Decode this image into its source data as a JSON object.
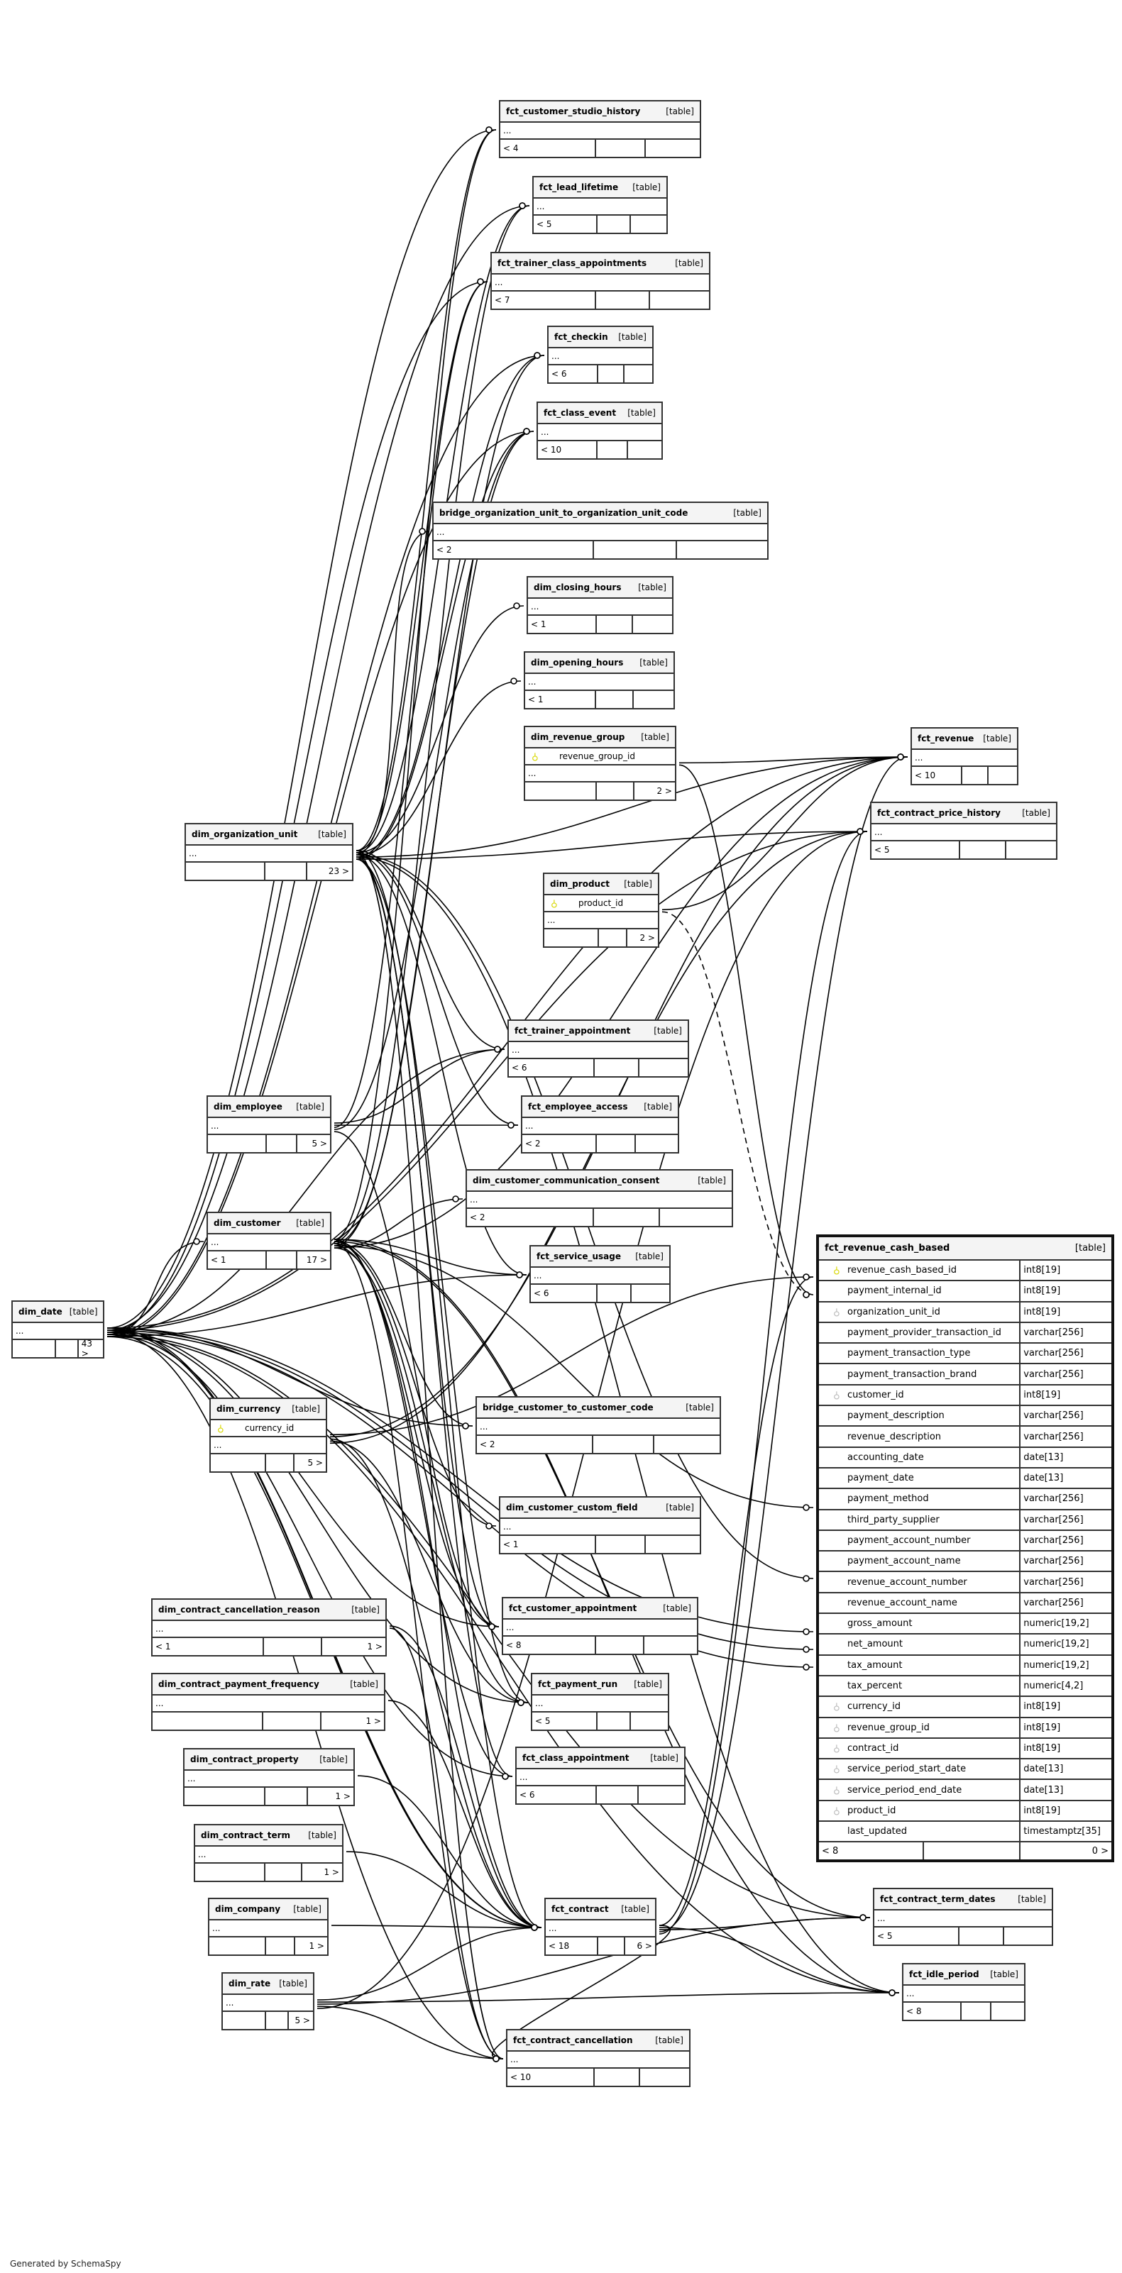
{
  "footer_credit": "Generated by SchemaSpy",
  "type_label": "[table]",
  "ellipsis": "...",
  "tables": [
    {
      "id": "fct_customer_studio_history",
      "name": "fct_customer_studio_history",
      "left": "< 4",
      "right": ""
    },
    {
      "id": "fct_lead_lifetime",
      "name": "fct_lead_lifetime",
      "left": "< 5",
      "right": ""
    },
    {
      "id": "fct_trainer_class_appointments",
      "name": "fct_trainer_class_appointments",
      "left": "< 7",
      "right": ""
    },
    {
      "id": "fct_checkin",
      "name": "fct_checkin",
      "left": "< 6",
      "right": ""
    },
    {
      "id": "fct_class_event",
      "name": "fct_class_event",
      "left": "< 10",
      "right": ""
    },
    {
      "id": "bridge_org",
      "name": "bridge_organization_unit_to_organization_unit_code",
      "left": "< 2",
      "right": ""
    },
    {
      "id": "dim_closing_hours",
      "name": "dim_closing_hours",
      "left": "< 1",
      "right": ""
    },
    {
      "id": "dim_opening_hours",
      "name": "dim_opening_hours",
      "left": "< 1",
      "right": ""
    },
    {
      "id": "dim_revenue_group",
      "name": "dim_revenue_group",
      "pk": "revenue_group_id",
      "left": "",
      "right": "2 >"
    },
    {
      "id": "dim_organization_unit",
      "name": "dim_organization_unit",
      "left": "",
      "right": "23 >"
    },
    {
      "id": "dim_product",
      "name": "dim_product",
      "pk": "product_id",
      "left": "",
      "right": "2 >"
    },
    {
      "id": "fct_revenue",
      "name": "fct_revenue",
      "left": "< 10",
      "right": ""
    },
    {
      "id": "fct_contract_price_history",
      "name": "fct_contract_price_history",
      "left": "< 5",
      "right": ""
    },
    {
      "id": "fct_trainer_appointment",
      "name": "fct_trainer_appointment",
      "left": "< 6",
      "right": ""
    },
    {
      "id": "dim_employee",
      "name": "dim_employee",
      "left": "",
      "right": "5 >"
    },
    {
      "id": "fct_employee_access",
      "name": "fct_employee_access",
      "left": "< 2",
      "right": ""
    },
    {
      "id": "dim_ccc",
      "name": "dim_customer_communication_consent",
      "left": "< 2",
      "right": ""
    },
    {
      "id": "dim_customer",
      "name": "dim_customer",
      "left": "< 1",
      "right": "17 >"
    },
    {
      "id": "fct_service_usage",
      "name": "fct_service_usage",
      "left": "< 6",
      "right": ""
    },
    {
      "id": "dim_date",
      "name": "dim_date",
      "left": "",
      "right": "43 >"
    },
    {
      "id": "dim_currency",
      "name": "dim_currency",
      "pk": "currency_id",
      "left": "",
      "right": "5 >"
    },
    {
      "id": "bridge_customer",
      "name": "bridge_customer_to_customer_code",
      "left": "< 2",
      "right": ""
    },
    {
      "id": "dim_customer_custom_field",
      "name": "dim_customer_custom_field",
      "left": "< 1",
      "right": ""
    },
    {
      "id": "dim_ccr",
      "name": "dim_contract_cancellation_reason",
      "left": "< 1",
      "right": "1 >"
    },
    {
      "id": "fct_customer_appointment",
      "name": "fct_customer_appointment",
      "left": "< 8",
      "right": ""
    },
    {
      "id": "dim_cpf",
      "name": "dim_contract_payment_frequency",
      "left": "",
      "right": "1 >"
    },
    {
      "id": "fct_payment_run",
      "name": "fct_payment_run",
      "left": "< 5",
      "right": ""
    },
    {
      "id": "dim_contract_property",
      "name": "dim_contract_property",
      "left": "",
      "right": "1 >"
    },
    {
      "id": "fct_class_appointment",
      "name": "fct_class_appointment",
      "left": "< 6",
      "right": ""
    },
    {
      "id": "dim_contract_term",
      "name": "dim_contract_term",
      "left": "",
      "right": "1 >"
    },
    {
      "id": "fct_contract",
      "name": "fct_contract",
      "left": "< 18",
      "right": "6 >"
    },
    {
      "id": "dim_company",
      "name": "dim_company",
      "left": "",
      "right": "1 >"
    },
    {
      "id": "dim_rate",
      "name": "dim_rate",
      "left": "",
      "right": "5 >"
    },
    {
      "id": "fct_contract_cancellation",
      "name": "fct_contract_cancellation",
      "left": "< 10",
      "right": ""
    },
    {
      "id": "fct_contract_term_dates",
      "name": "fct_contract_term_dates",
      "left": "< 5",
      "right": ""
    },
    {
      "id": "fct_idle_period",
      "name": "fct_idle_period",
      "left": "< 8",
      "right": ""
    }
  ],
  "main_table": {
    "name": "fct_revenue_cash_based",
    "left": "< 8",
    "right": "0 >",
    "columns": [
      {
        "name": "revenue_cash_based_id",
        "type": "int8[19]",
        "key": "pk"
      },
      {
        "name": "payment_internal_id",
        "type": "int8[19]",
        "key": ""
      },
      {
        "name": "organization_unit_id",
        "type": "int8[19]",
        "key": "fk"
      },
      {
        "name": "payment_provider_transaction_id",
        "type": "varchar[256]",
        "key": ""
      },
      {
        "name": "payment_transaction_type",
        "type": "varchar[256]",
        "key": ""
      },
      {
        "name": "payment_transaction_brand",
        "type": "varchar[256]",
        "key": ""
      },
      {
        "name": "customer_id",
        "type": "int8[19]",
        "key": "fk"
      },
      {
        "name": "payment_description",
        "type": "varchar[256]",
        "key": ""
      },
      {
        "name": "revenue_description",
        "type": "varchar[256]",
        "key": ""
      },
      {
        "name": "accounting_date",
        "type": "date[13]",
        "key": ""
      },
      {
        "name": "payment_date",
        "type": "date[13]",
        "key": ""
      },
      {
        "name": "payment_method",
        "type": "varchar[256]",
        "key": ""
      },
      {
        "name": "third_party_supplier",
        "type": "varchar[256]",
        "key": ""
      },
      {
        "name": "payment_account_number",
        "type": "varchar[256]",
        "key": ""
      },
      {
        "name": "payment_account_name",
        "type": "varchar[256]",
        "key": ""
      },
      {
        "name": "revenue_account_number",
        "type": "varchar[256]",
        "key": ""
      },
      {
        "name": "revenue_account_name",
        "type": "varchar[256]",
        "key": ""
      },
      {
        "name": "gross_amount",
        "type": "numeric[19,2]",
        "key": ""
      },
      {
        "name": "net_amount",
        "type": "numeric[19,2]",
        "key": ""
      },
      {
        "name": "tax_amount",
        "type": "numeric[19,2]",
        "key": ""
      },
      {
        "name": "tax_percent",
        "type": "numeric[4,2]",
        "key": ""
      },
      {
        "name": "currency_id",
        "type": "int8[19]",
        "key": "fk"
      },
      {
        "name": "revenue_group_id",
        "type": "int8[19]",
        "key": "fk"
      },
      {
        "name": "contract_id",
        "type": "int8[19]",
        "key": "fk"
      },
      {
        "name": "service_period_start_date",
        "type": "date[13]",
        "key": "fk"
      },
      {
        "name": "service_period_end_date",
        "type": "date[13]",
        "key": "fk"
      },
      {
        "name": "product_id",
        "type": "int8[19]",
        "key": "fk"
      },
      {
        "name": "last_updated",
        "type": "timestamptz[35]",
        "key": ""
      }
    ]
  }
}
